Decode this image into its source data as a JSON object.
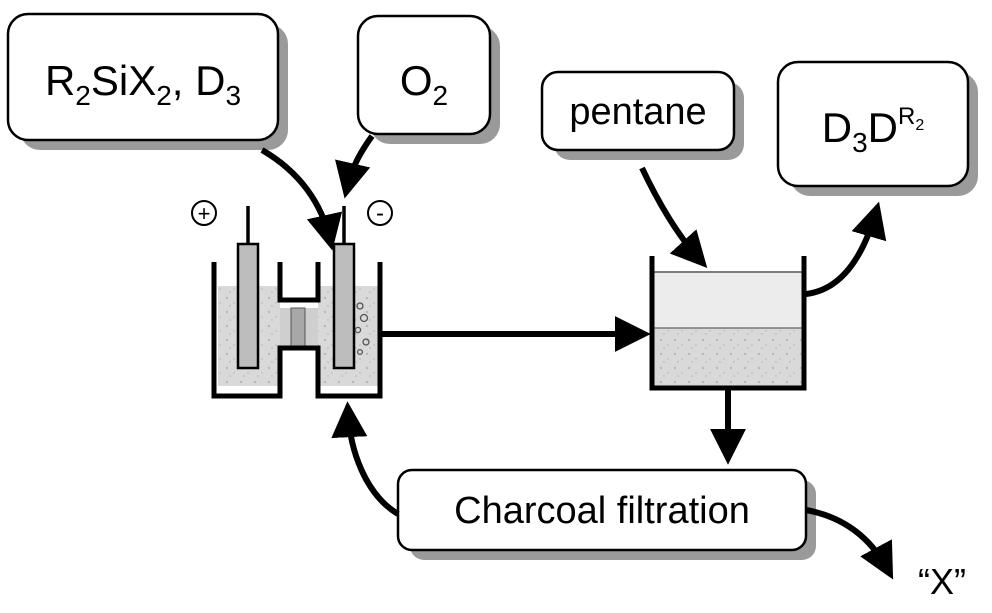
{
  "boxes": {
    "reagents": {
      "main_1": "R",
      "sub_1": "2",
      "main_2": "SiX",
      "sub_2": "2",
      "main_3": ", D",
      "sub_3": "3"
    },
    "oxygen": {
      "main": "O",
      "sub": "2"
    },
    "pentane": {
      "label": "pentane"
    },
    "product": {
      "main_1": "D",
      "sub_1": "3",
      "main_2": "D",
      "sup_main": "R",
      "sup_sub": "2"
    },
    "filtration": {
      "label": "Charcoal filtration"
    }
  },
  "electrodes": {
    "anode_symbol": "+",
    "cathode_symbol": "-"
  },
  "output": {
    "label": "“X”"
  },
  "colors": {
    "stroke": "#000000",
    "box_fill": "#ffffff",
    "box_shadow": "#9a9a9a",
    "liquid": "#d9d9d9",
    "upper_layer": "#ececec",
    "electrode": "#bdbdbd",
    "membrane": "#a8a8a8"
  }
}
